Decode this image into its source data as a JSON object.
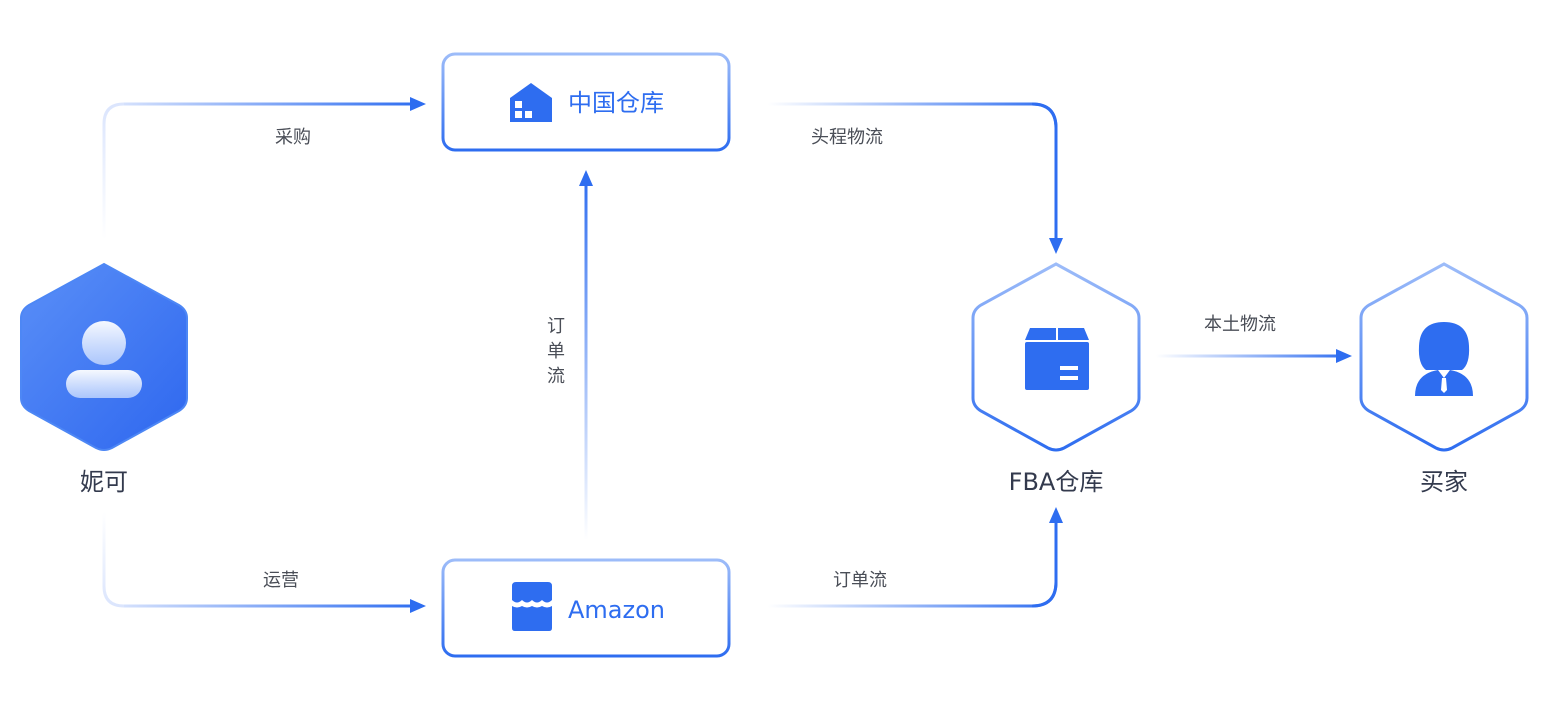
{
  "nodes": {
    "nico": {
      "label": "妮可"
    },
    "china_warehouse": {
      "label": "中国仓库"
    },
    "amazon": {
      "label": "Amazon"
    },
    "fba_warehouse": {
      "label": "FBA仓库"
    },
    "buyer": {
      "label": "买家"
    }
  },
  "edges": {
    "purchase": {
      "label": "采购"
    },
    "operation": {
      "label": "运营"
    },
    "first_leg": {
      "label": "头程物流"
    },
    "order_flow_vertical": {
      "chars": [
        "订",
        "单",
        "流"
      ]
    },
    "order_flow": {
      "label": "订单流"
    },
    "local_logistics": {
      "label": "本土物流"
    }
  },
  "colors": {
    "primary": "#2e6df0",
    "light": "#cfdcfb",
    "text": "#4a4e57",
    "node_text": "#333a4d"
  },
  "icons": {
    "nico": "user-icon",
    "china_warehouse": "warehouse-icon",
    "amazon": "store-awning-icon",
    "fba_warehouse": "package-box-icon",
    "buyer": "buyer-person-icon"
  }
}
